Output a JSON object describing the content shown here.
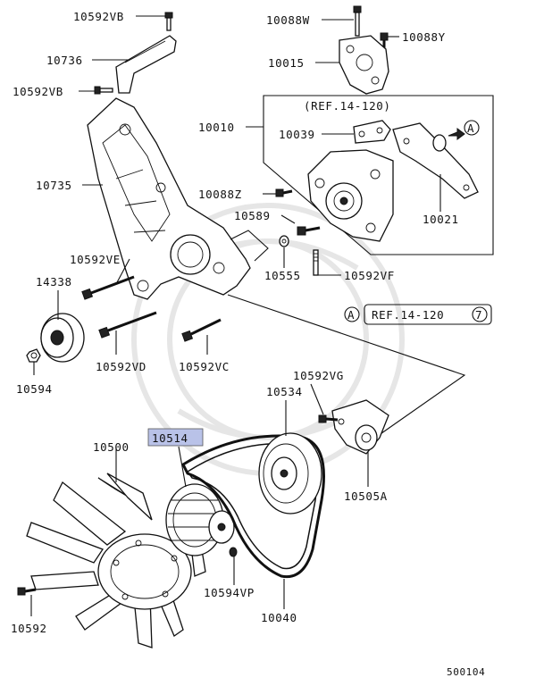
{
  "labels": {
    "p10592VB_top": "10592VB",
    "p10736": "10736",
    "p10592VB_mid": "10592VB",
    "p10735": "10735",
    "p10592VE": "10592VE",
    "p14338": "14338",
    "p10594": "10594",
    "p10592VD": "10592VD",
    "p10592VC": "10592VC",
    "p10088W": "10088W",
    "p10088Y": "10088Y",
    "p10015": "10015",
    "p10010": "10010",
    "ref_top": "(REF.14-120)",
    "p10039": "10039",
    "p10021": "10021",
    "p10088Z": "10088Z",
    "p10589": "10589",
    "p10555": "10555",
    "p10592VF": "10592VF",
    "ref_bottom_circle": "A",
    "ref_bottom": "REF.14-120",
    "ref_bottom_num": "7",
    "ref_top_circle": "A",
    "p10592VG": "10592VG",
    "p10534": "10534",
    "p10505A": "10505A",
    "p10514": "10514",
    "p10500": "10500",
    "p10594VP": "10594VP",
    "p10040": "10040",
    "p10592": "10592",
    "diagram_id": "500104"
  },
  "highlight_color": "#b9c2e8"
}
